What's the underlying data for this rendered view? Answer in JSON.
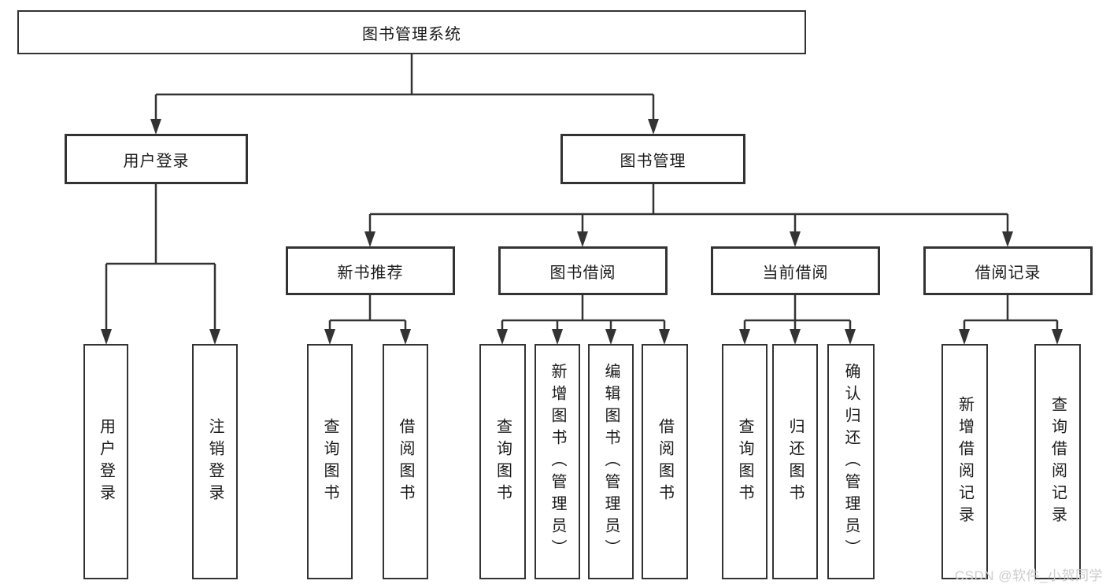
{
  "diagram": {
    "title": "图书管理系统",
    "root": {
      "label": "图书管理系统"
    },
    "level2": [
      {
        "label": "用户登录"
      },
      {
        "label": "图书管理"
      }
    ],
    "level3": [
      {
        "label": "新书推荐"
      },
      {
        "label": "图书借阅"
      },
      {
        "label": "当前借阅"
      },
      {
        "label": "借阅记录"
      }
    ],
    "leaves": {
      "user_login": [
        "用户登录",
        "注销登录"
      ],
      "new_book_recommend": [
        "查询图书",
        "借阅图书"
      ],
      "book_borrowing": [
        "查询图书",
        "新增图书（管理员）",
        "编辑图书（管理员）",
        "借阅图书"
      ],
      "current_borrowing": [
        "查询图书",
        "归还图书",
        "确认归还（管理员）"
      ],
      "borrowing_records": [
        "新增借阅记录",
        "查询借阅记录"
      ]
    },
    "colors": {
      "line": "#333333",
      "box_background": "#ffffff",
      "text": "#1a1a1a",
      "watermark": "#cccccc"
    },
    "watermark": "CSDN @软件_小贺同学"
  }
}
